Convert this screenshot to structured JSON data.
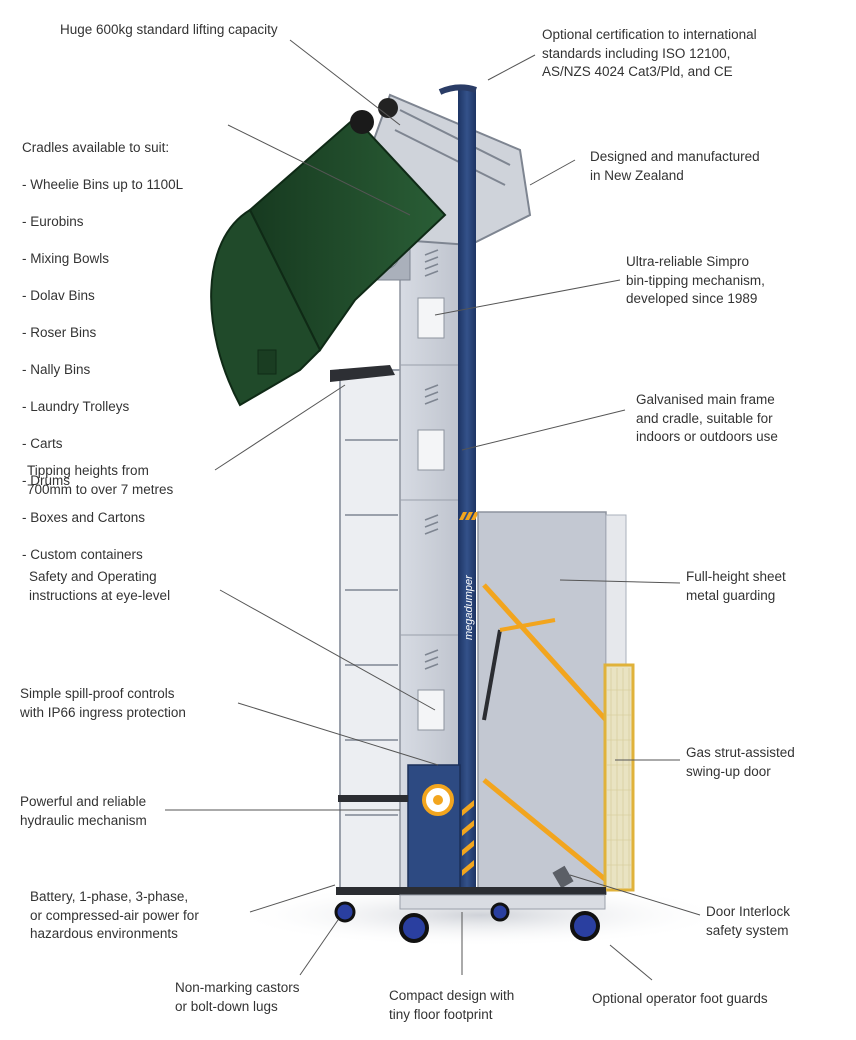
{
  "labels": {
    "lifting_capacity": "Huge 600kg standard lifting capacity",
    "certification": "Optional certification to international\nstandards including ISO 12100,\nAS/NZS 4024 Cat3/Pld, and CE",
    "cradles_title": "Cradles available to suit:",
    "cradles_items": [
      "- Wheelie Bins up to 1100L",
      "- Eurobins",
      "- Mixing Bowls",
      "- Dolav Bins",
      "- Roser Bins",
      "- Nally Bins",
      "- Laundry Trolleys",
      "- Carts",
      "- Drums",
      "- Boxes and Cartons",
      "- Custom containers"
    ],
    "designed_nz": "Designed and manufactured\nin New Zealand",
    "tipping_mechanism": "Ultra-reliable Simpro\nbin-tipping mechanism,\ndeveloped since 1989",
    "galvanised_frame": "Galvanised main frame\nand cradle, suitable for\nindoors or outdoors use",
    "tipping_heights": "Tipping heights from\n700mm to over 7 metres",
    "sheet_guarding": "Full-height sheet\nmetal guarding",
    "safety_instructions": "Safety and Operating\ninstructions at eye-level",
    "controls": "Simple spill-proof controls\nwith IP66 ingress protection",
    "gas_strut_door": "Gas strut-assisted\nswing-up door",
    "hydraulic": "Powerful and reliable\nhydraulic mechanism",
    "power_options": "Battery, 1-phase, 3-phase,\nor compressed-air power for\nhazardous environments",
    "door_interlock": "Door Interlock\nsafety system",
    "castors": "Non-marking castors\nor bolt-down lugs",
    "compact_design": "Compact design with\ntiny floor footprint",
    "foot_guards": "Optional operator foot guards"
  },
  "brand": {
    "name": "megadumper",
    "accent_color": "#f2a51e",
    "mast_color": "#2e4a7d",
    "bin_color": "#1f4a2a",
    "frame_color": "#c9cdd6"
  }
}
